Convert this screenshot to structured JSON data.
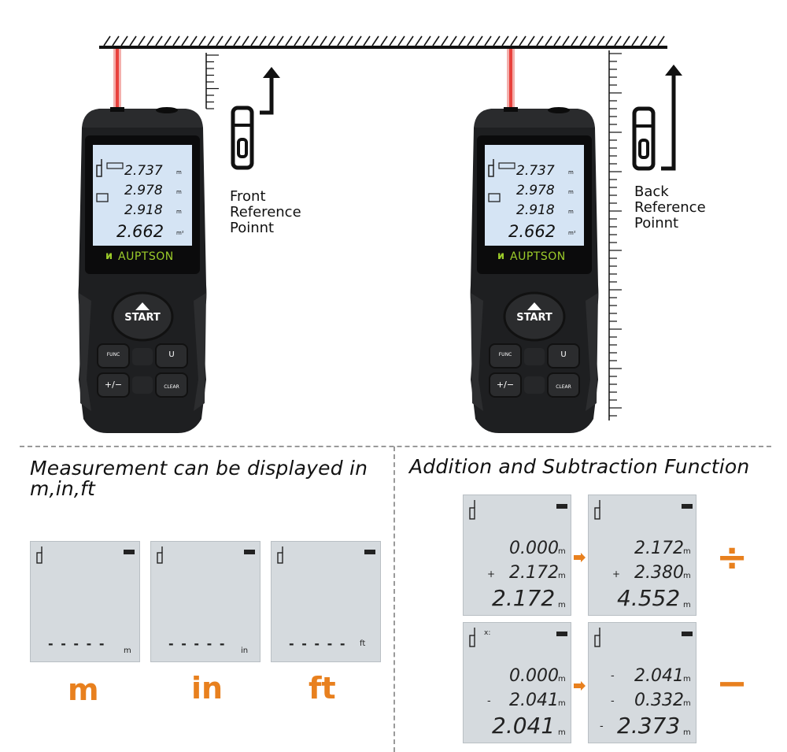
{
  "devices": [
    {
      "brand": "AUPTSON",
      "start_label": "START",
      "func_label": "FUNC",
      "plusminus_label": "+/−",
      "unit_label": "U",
      "clear_label": "CLEAR",
      "readings": [
        "2.737",
        "2.978",
        "2.918",
        "2.662"
      ],
      "units": [
        "m",
        "m",
        "m",
        "m²"
      ],
      "caption": [
        "Front",
        "Reference",
        "Poinnt"
      ]
    },
    {
      "brand": "AUPTSON",
      "start_label": "START",
      "func_label": "FUNC",
      "plusminus_label": "+/−",
      "unit_label": "U",
      "clear_label": "CLEAR",
      "readings": [
        "2.737",
        "2.978",
        "2.918",
        "2.662"
      ],
      "units": [
        "m",
        "m",
        "m",
        "m²"
      ],
      "caption": [
        "Back",
        "Reference",
        "Poinnt"
      ]
    }
  ],
  "units_section": {
    "title_line1": "Measurement can be displayed in",
    "title_line2": "m,in,ft",
    "screens": [
      {
        "dashes": "- - - - -",
        "unit": "m",
        "label": "m"
      },
      {
        "dashes": "- - - - -",
        "unit": "in",
        "label": "in"
      },
      {
        "dashes": "- - - - -",
        "unit": "ft",
        "label": "ft"
      }
    ]
  },
  "addsub_section": {
    "title": "Addition and Subtraction Function",
    "rows": [
      {
        "symbol": "÷",
        "mode_label": "",
        "left": {
          "l1": "0.000",
          "s2": "+",
          "l2": "2.172",
          "s3": "",
          "l3": "2.172"
        },
        "right": {
          "s1": "",
          "l1": "2.172",
          "s2": "+",
          "l2": "2.380",
          "s3": "",
          "l3": "4.552"
        }
      },
      {
        "symbol": "−",
        "mode_label": "x:",
        "left": {
          "l1": "0.000",
          "s2": "-",
          "l2": "2.041",
          "s3": "",
          "l3": "2.041"
        },
        "right": {
          "s1": "-",
          "l1": "2.041",
          "s2": "-",
          "l2": "0.332",
          "s3": "-",
          "l3": "2.373"
        }
      }
    ],
    "unit": "m"
  },
  "colors": {
    "accent_orange": "#e8801e",
    "brand_green": "#9ccc2a",
    "lcd_bg": "#d5dade",
    "device_body": "#1e1f21",
    "laser": "#e8413c"
  }
}
